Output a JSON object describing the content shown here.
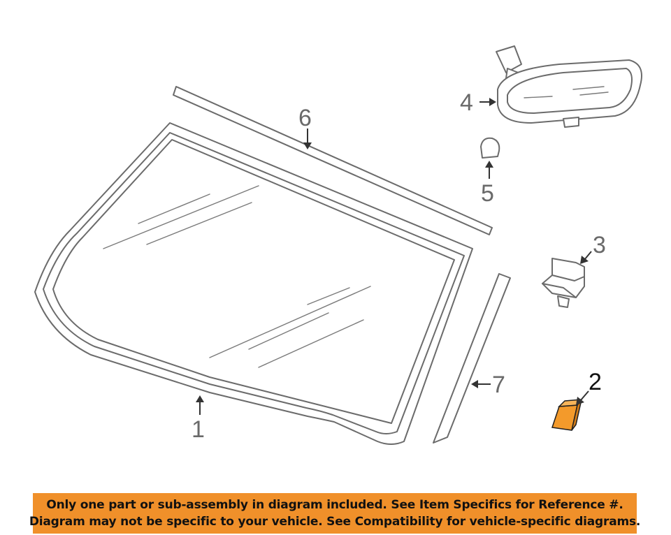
{
  "callouts": {
    "c1": "1",
    "c2": "2",
    "c3": "3",
    "c4": "4",
    "c5": "5",
    "c6": "6",
    "c7": "7"
  },
  "highlight_color": "#f39a2b",
  "banner": {
    "background": "#f0902a",
    "line1": "Only one part or sub-assembly in diagram included. See Item Specifics for Reference #.",
    "line2": "Diagram may not be specific to your vehicle. See Compatibility for vehicle-specific diagrams."
  }
}
